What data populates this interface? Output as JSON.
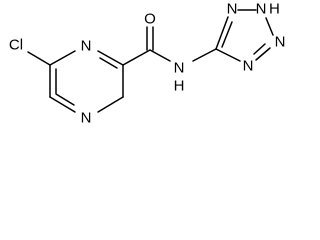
{
  "atoms": {
    "chlorine": "Cl",
    "pyrazine_n1": "N",
    "pyrazine_n4": "N",
    "carbonyl_oxygen": "O",
    "amide_nitrogen": "N",
    "amide_hydrogen": "H",
    "tetrazole_n1": "N",
    "tetrazole_n2": "N",
    "tetrazole_nh": "N",
    "tetrazole_h": "H",
    "tetrazole_n4": "N"
  },
  "colors": {
    "bond": "#000000",
    "label": "#000000",
    "background": "#ffffff"
  }
}
